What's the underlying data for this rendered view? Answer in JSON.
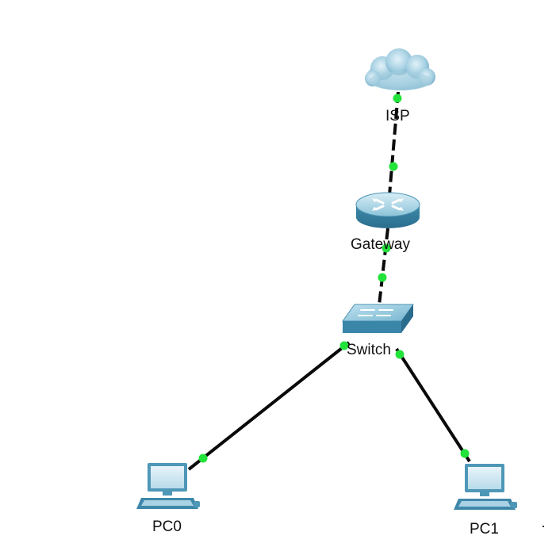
{
  "devices": {
    "isp": {
      "label": "ISP",
      "icon": "cloud-icon"
    },
    "gateway": {
      "label": "Gateway",
      "icon": "router-icon"
    },
    "switch": {
      "label": "Switch",
      "icon": "switch-icon"
    },
    "pc0": {
      "label": "PC0",
      "icon": "pc-icon"
    },
    "pc1": {
      "label": "PC1",
      "icon": "pc-icon"
    }
  },
  "links": [
    {
      "from": "isp",
      "to": "gateway",
      "status": "up"
    },
    {
      "from": "gateway",
      "to": "switch",
      "status": "up"
    },
    {
      "from": "switch",
      "to": "pc0",
      "status": "up"
    },
    {
      "from": "switch",
      "to": "pc1",
      "status": "up"
    }
  ],
  "colors": {
    "link": "#0a0a0a",
    "port_up": "#22e33a",
    "device_blue": "#5fa8c6",
    "cloud": "#9ccbe0"
  }
}
